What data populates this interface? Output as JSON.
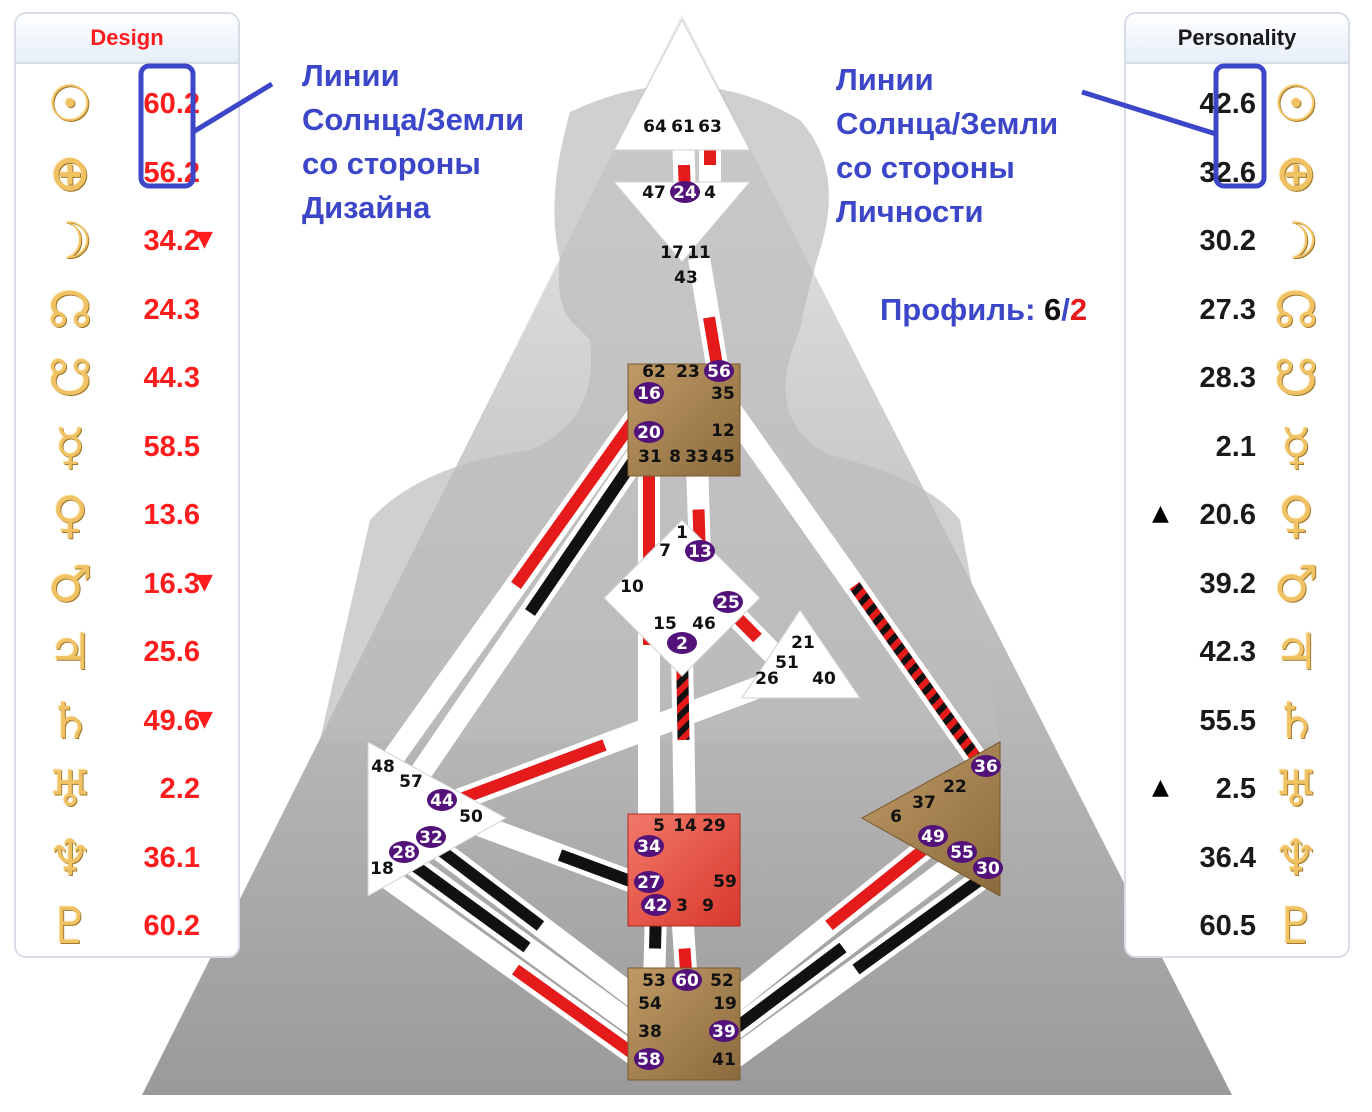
{
  "design_panel": {
    "title": "Design",
    "rows": [
      {
        "glyph": "sun-icon",
        "symbol": "☉",
        "value": "60.2",
        "mark": ""
      },
      {
        "glyph": "earth-icon",
        "symbol": "⊕",
        "value": "56.2",
        "mark": ""
      },
      {
        "glyph": "moon-icon",
        "symbol": "☽",
        "value": "34.2",
        "mark": "▼"
      },
      {
        "glyph": "north-node-icon",
        "symbol": "☊",
        "value": "24.3",
        "mark": ""
      },
      {
        "glyph": "south-node-icon",
        "symbol": "☋",
        "value": "44.3",
        "mark": ""
      },
      {
        "glyph": "mercury-icon",
        "symbol": "☿",
        "value": "58.5",
        "mark": ""
      },
      {
        "glyph": "venus-icon",
        "symbol": "♀",
        "value": "13.6",
        "mark": ""
      },
      {
        "glyph": "mars-icon",
        "symbol": "♂",
        "value": "16.3",
        "mark": "▼"
      },
      {
        "glyph": "jupiter-icon",
        "symbol": "♃",
        "value": "25.6",
        "mark": ""
      },
      {
        "glyph": "saturn-icon",
        "symbol": "♄",
        "value": "49.6",
        "mark": "▼"
      },
      {
        "glyph": "uranus-icon",
        "symbol": "♅",
        "value": "2.2",
        "mark": ""
      },
      {
        "glyph": "neptune-icon",
        "symbol": "♆",
        "value": "36.1",
        "mark": ""
      },
      {
        "glyph": "pluto-icon",
        "symbol": "♇",
        "value": "60.2",
        "mark": ""
      }
    ]
  },
  "personality_panel": {
    "title": "Personality",
    "rows": [
      {
        "glyph": "sun-icon",
        "symbol": "☉",
        "value": "42.6",
        "mark": ""
      },
      {
        "glyph": "earth-icon",
        "symbol": "⊕",
        "value": "32.6",
        "mark": ""
      },
      {
        "glyph": "moon-icon",
        "symbol": "☽",
        "value": "30.2",
        "mark": ""
      },
      {
        "glyph": "north-node-icon",
        "symbol": "☊",
        "value": "27.3",
        "mark": ""
      },
      {
        "glyph": "south-node-icon",
        "symbol": "☋",
        "value": "28.3",
        "mark": ""
      },
      {
        "glyph": "mercury-icon",
        "symbol": "☿",
        "value": "2.1",
        "mark": ""
      },
      {
        "glyph": "venus-icon",
        "symbol": "♀",
        "value": "20.6",
        "mark": "▲"
      },
      {
        "glyph": "mars-icon",
        "symbol": "♂",
        "value": "39.2",
        "mark": ""
      },
      {
        "glyph": "jupiter-icon",
        "symbol": "♃",
        "value": "42.3",
        "mark": ""
      },
      {
        "glyph": "saturn-icon",
        "symbol": "♄",
        "value": "55.5",
        "mark": ""
      },
      {
        "glyph": "uranus-icon",
        "symbol": "♅",
        "value": "2.5",
        "mark": "▲"
      },
      {
        "glyph": "neptune-icon",
        "symbol": "♆",
        "value": "36.4",
        "mark": ""
      },
      {
        "glyph": "pluto-icon",
        "symbol": "♇",
        "value": "60.5",
        "mark": ""
      }
    ]
  },
  "annotations": {
    "design_lines": [
      "Линии",
      "Солнца/Земли",
      "со стороны",
      "Дизайна"
    ],
    "personality_lines": [
      "Линии",
      "Солнца/Земли",
      "со стороны",
      "Личности"
    ],
    "profile_label": "Профиль:",
    "profile_design": "6",
    "profile_sep": "/",
    "profile_personality": "2"
  },
  "colors": {
    "design_red": "#ff1c1c",
    "annotation_blue": "#3c46c8",
    "planet_gold": "#f0c264",
    "center_defined": "#b08c58",
    "sacral_red": "#e85a4a",
    "gate_purple": "#52127a"
  },
  "centers": {
    "head": {
      "gates": [
        "64",
        "61",
        "63"
      ]
    },
    "ajna": {
      "gates": [
        "47",
        "24",
        "4"
      ]
    },
    "throat": {
      "gates": [
        "62",
        "23",
        "56",
        "16",
        "35",
        "20",
        "12",
        "31",
        "8",
        "33",
        "45"
      ]
    },
    "g": {
      "gates": [
        "1",
        "7",
        "13",
        "10",
        "25",
        "15",
        "46",
        "2"
      ]
    },
    "ego": {
      "gates": [
        "21",
        "51",
        "26",
        "40"
      ]
    },
    "spleen": {
      "gates": [
        "48",
        "57",
        "44",
        "50",
        "32",
        "28",
        "18"
      ]
    },
    "sacral": {
      "gates": [
        "5",
        "14",
        "29",
        "34",
        "27",
        "59",
        "42",
        "3",
        "9"
      ]
    },
    "solar_plexus": {
      "gates": [
        "36",
        "22",
        "6",
        "37",
        "49",
        "55",
        "30"
      ]
    },
    "root": {
      "gates": [
        "53",
        "60",
        "52",
        "54",
        "19",
        "38",
        "39",
        "58",
        "41"
      ]
    }
  },
  "gate_labels": {
    "64": "64",
    "61": "61",
    "63": "63",
    "47": "47",
    "24": "24",
    "4": "4",
    "17": "17",
    "11": "11",
    "43": "43",
    "62": "62",
    "23": "23",
    "56": "56",
    "16": "16",
    "35": "35",
    "20": "20",
    "12": "12",
    "31": "31",
    "8": "8",
    "33": "33",
    "45": "45",
    "1": "1",
    "7": "7",
    "13": "13",
    "10": "10",
    "25": "25",
    "15": "15",
    "46": "46",
    "2": "2",
    "21": "21",
    "51": "51",
    "26": "26",
    "40": "40",
    "48": "48",
    "57": "57",
    "44": "44",
    "50": "50",
    "32": "32",
    "28": "28",
    "18": "18",
    "5": "5",
    "14": "14",
    "29": "29",
    "34": "34",
    "27": "27",
    "59": "59",
    "42": "42",
    "3": "3",
    "9": "9",
    "36": "36",
    "22": "22",
    "6": "6",
    "37": "37",
    "49": "49",
    "55": "55",
    "30": "30",
    "53": "53",
    "60": "60",
    "52": "52",
    "54": "54",
    "19": "19",
    "38": "38",
    "39": "39",
    "58": "58",
    "41": "41"
  },
  "active_gates": [
    "24",
    "56",
    "16",
    "20",
    "13",
    "25",
    "2",
    "44",
    "32",
    "28",
    "34",
    "27",
    "42",
    "36",
    "49",
    "55",
    "30",
    "60",
    "39",
    "58"
  ],
  "channels": [
    {
      "from": "63",
      "to": "4",
      "style": "red"
    },
    {
      "from": "24",
      "to": "61",
      "style": "red"
    },
    {
      "from": "56",
      "to": "11",
      "style": "red"
    },
    {
      "from": "16",
      "to": "48",
      "style": "red"
    },
    {
      "from": "20",
      "to": "34",
      "style": "red"
    },
    {
      "from": "20",
      "to": "57",
      "style": "black"
    },
    {
      "from": "13",
      "to": "33",
      "style": "red"
    },
    {
      "from": "2",
      "to": "14",
      "style": "black-red"
    },
    {
      "from": "25",
      "to": "51",
      "style": "red"
    },
    {
      "from": "44",
      "to": "26",
      "style": "red"
    },
    {
      "from": "27",
      "to": "50",
      "style": "black"
    },
    {
      "from": "32",
      "to": "54",
      "style": "black"
    },
    {
      "from": "28",
      "to": "38",
      "style": "black"
    },
    {
      "from": "58",
      "to": "18",
      "style": "red"
    },
    {
      "from": "42",
      "to": "53",
      "style": "black"
    },
    {
      "from": "60",
      "to": "3",
      "style": "red"
    },
    {
      "from": "39",
      "to": "55",
      "style": "black"
    },
    {
      "from": "49",
      "to": "19",
      "style": "red"
    },
    {
      "from": "30",
      "to": "41",
      "style": "black"
    },
    {
      "from": "36",
      "to": "35",
      "style": "black-red"
    }
  ]
}
